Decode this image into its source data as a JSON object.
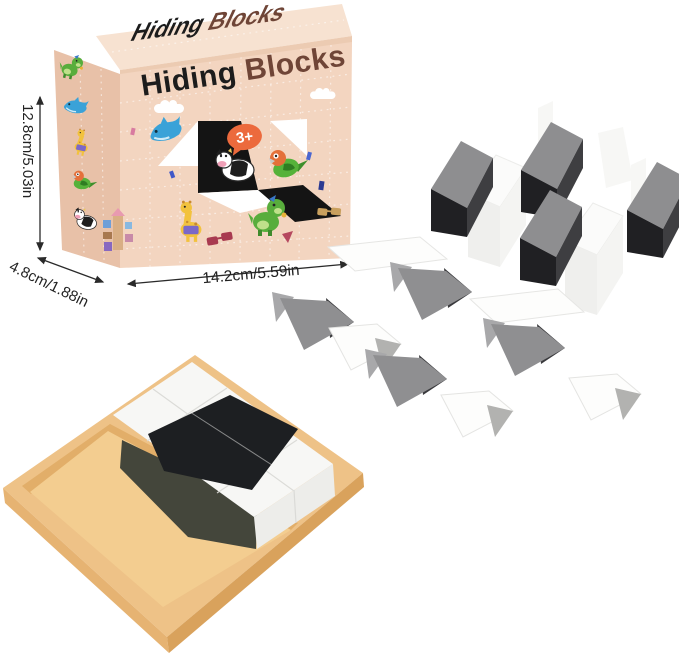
{
  "product": {
    "front_title_word1": "Hiding",
    "front_title_word2": "Blocks",
    "lid_title_word1": "Hiding",
    "lid_title_word2": "Blocks",
    "age_badge": "3+"
  },
  "dimensions": {
    "height_label": "12.8cm/5.03in",
    "depth_label": "4.8cm/1.88in",
    "width_label": "14.2cm/5.59in"
  },
  "box_art": {
    "side_panel_animals": [
      "dinosaur",
      "dolphin",
      "giraffe",
      "parrot",
      "cow"
    ],
    "front_panel_animals": [
      "dolphin",
      "cow",
      "parrot",
      "giraffe",
      "dinosaur"
    ],
    "decorations": [
      "cloud",
      "building-blocks-tower",
      "red-sunglasses",
      "tan-sunglasses",
      "confetti",
      "block-arrow-graphic"
    ]
  },
  "scene_items": [
    "product-box",
    "loose-cube-blocks",
    "loose-wedge-blocks",
    "wooden-puzzle-tray"
  ],
  "colors": {
    "box_front": "#f3d5c0",
    "box_side": "#e8c1a8",
    "box_lid": "#f7e2d1",
    "box_lip": "#eccbb2",
    "title_brown": "#6f4537",
    "badge_orange": "#ec6a3d",
    "tray_top": "#eec287",
    "tray_floor": "#f3cd90",
    "tray_wall": "#e2ae69",
    "tray_side_l": "#e6b372",
    "tray_side_r": "#d9a25c",
    "block_gray_top": "#8e8e90",
    "block_black": "#202023",
    "block_dark_side": "#3e3e41",
    "block_white_top": "#fbfbfa",
    "block_white_front": "#efefed",
    "wedge_gray": "#8f8f91",
    "wedge_dark": "#3a3a3d",
    "shadow_olive": "#44463b",
    "puzzle_black": "#1d1f22"
  }
}
